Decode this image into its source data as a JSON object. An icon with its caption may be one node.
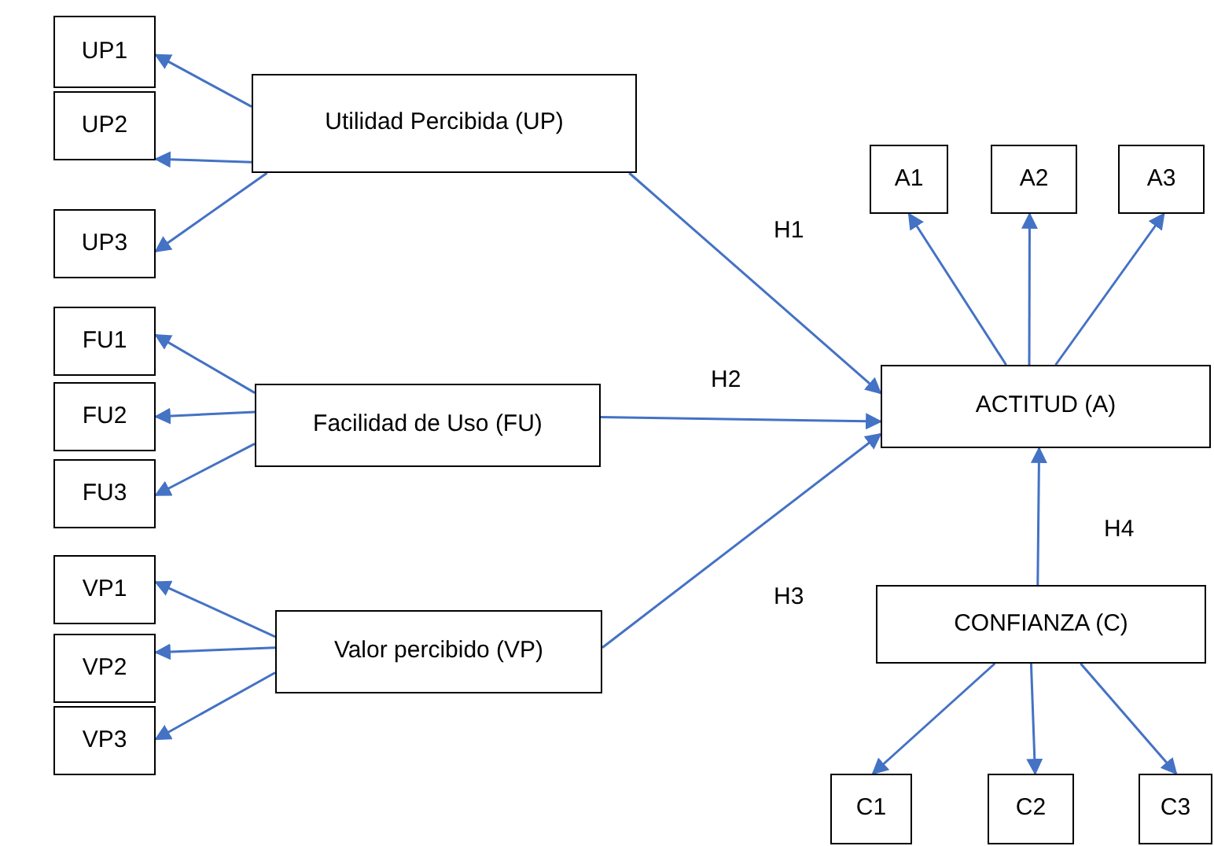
{
  "diagram": {
    "nodes": [
      {
        "text": [
          "UP1"
        ]
      },
      {
        "text": [
          "UP2"
        ]
      },
      {
        "text": [
          "UP3"
        ]
      },
      {
        "text": [
          "Utilidad Percibida (UP)"
        ]
      },
      {
        "text": [
          "FU1"
        ]
      },
      {
        "text": [
          "FU2"
        ]
      },
      {
        "text": [
          "FU3"
        ]
      },
      {
        "text": [
          "Facilidad de Uso (FU)"
        ]
      },
      {
        "text": [
          "VP1"
        ]
      },
      {
        "text": [
          "VP2"
        ]
      },
      {
        "text": [
          "VP3"
        ]
      },
      {
        "text": [
          "Valor percibido (VP)"
        ]
      },
      {
        "text": [
          "A1"
        ]
      },
      {
        "text": [
          "A2"
        ]
      },
      {
        "text": [
          "A3"
        ]
      },
      {
        "text": [
          "ACTITUD (A)"
        ]
      },
      {
        "text": [
          "CONFIANZA (C)"
        ]
      },
      {
        "text": [
          "C1"
        ]
      },
      {
        "text": [
          "C2"
        ]
      },
      {
        "text": [
          "C3"
        ]
      }
    ],
    "edges": [
      {
        "from": 3,
        "to": 0,
        "arrow": "to"
      },
      {
        "from": 3,
        "to": 1,
        "arrow": "to"
      },
      {
        "from": 3,
        "to": 2,
        "arrow": "to"
      },
      {
        "from": 7,
        "to": 4,
        "arrow": "to"
      },
      {
        "from": 7,
        "to": 5,
        "arrow": "to"
      },
      {
        "from": 7,
        "to": 6,
        "arrow": "to"
      },
      {
        "from": 11,
        "to": 8,
        "arrow": "to"
      },
      {
        "from": 11,
        "to": 9,
        "arrow": "to"
      },
      {
        "from": 11,
        "to": 10,
        "arrow": "to"
      },
      {
        "from": 3,
        "to": 15,
        "arrow": "to",
        "label": "H1"
      },
      {
        "from": 7,
        "to": 15,
        "arrow": "to",
        "label": "H2"
      },
      {
        "from": 11,
        "to": 15,
        "arrow": "to",
        "label": "H3"
      },
      {
        "from": 16,
        "to": 15,
        "arrow": "to",
        "label": "H4"
      },
      {
        "from": 15,
        "to": 12,
        "arrow": "to"
      },
      {
        "from": 15,
        "to": 13,
        "arrow": "to"
      },
      {
        "from": 15,
        "to": 14,
        "arrow": "to"
      },
      {
        "from": 16,
        "to": 17,
        "arrow": "to"
      },
      {
        "from": 16,
        "to": 18,
        "arrow": "to"
      },
      {
        "from": 16,
        "to": 19,
        "arrow": "to"
      }
    ]
  }
}
